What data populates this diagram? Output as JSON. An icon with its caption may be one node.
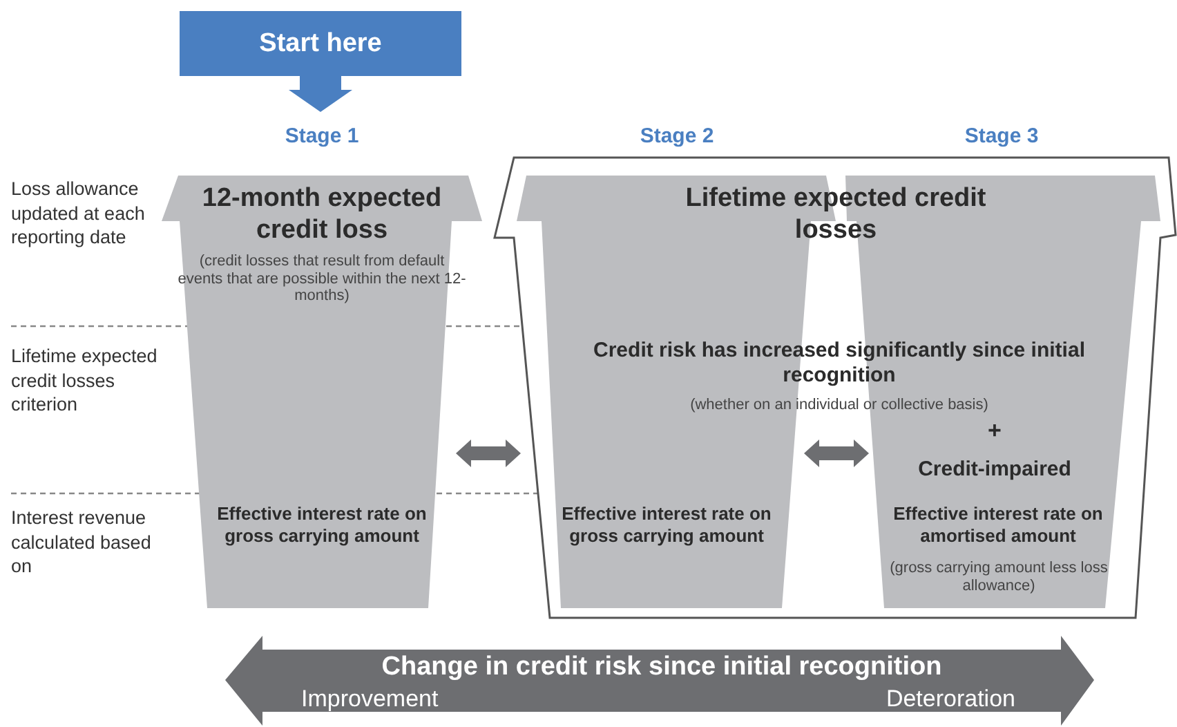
{
  "diagram": {
    "nodes": [
      {
        "text": [
          "Start here"
        ]
      },
      {
        "text": [
          "Stage 1",
          "12-month expected credit loss",
          "(credit losses that result from default events that are possible within the next 12-months)",
          "Effective interest rate on gross carrying amount"
        ]
      },
      {
        "text": [
          "Lifetime expected credit losses",
          "Credit risk has increased significantly since initial recognition",
          "(whether on an individual or collective basis)"
        ]
      },
      {
        "text": [
          "Stage 2",
          "Effective interest rate on gross carrying amount"
        ],
        "in": 2
      },
      {
        "text": [
          "Stage 3",
          "+",
          "Credit-impaired",
          "Effective interest rate on amortised amount",
          "(gross carrying amount less loss allowance)"
        ],
        "in": 2
      }
    ],
    "edges": [
      {
        "from": 0,
        "to": 1,
        "arrow": "to",
        "style": "thick",
        "color": "#4a7fc1"
      },
      {
        "from": 1,
        "to": 3,
        "arrow": "both"
      },
      {
        "from": 3,
        "to": 4,
        "arrow": "both"
      }
    ],
    "labels": [
      "Loss allowance updated at each reporting date",
      "Lifetime expected credit losses criterion",
      "Interest revenue calculated based on",
      "Change in credit risk since initial recognition",
      "Improvement",
      "Deteroration"
    ]
  }
}
